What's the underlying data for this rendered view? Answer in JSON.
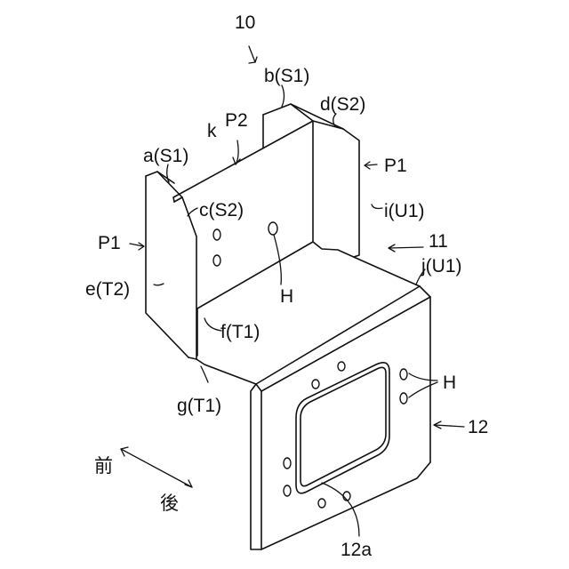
{
  "figure": {
    "reference_number": "10",
    "labels": {
      "b_s1": "b(S1)",
      "d_s2": "d(S2)",
      "k": "k",
      "p2": "P2",
      "a_s1": "a(S1)",
      "c_s2": "c(S2)",
      "p1_right": "P1",
      "i_u1": "i(U1)",
      "p1_left": "P1",
      "part_11": "11",
      "j_u1": "j(U1)",
      "e_t2": "e(T2)",
      "h_center": "H",
      "f_t1": "f(T1)",
      "g_t1": "g(T1)",
      "h_right": "H",
      "part_12": "12",
      "front": "前",
      "back": "後",
      "part_12a": "12a"
    }
  },
  "colors": {
    "line": "#111111",
    "background": "#ffffff"
  }
}
